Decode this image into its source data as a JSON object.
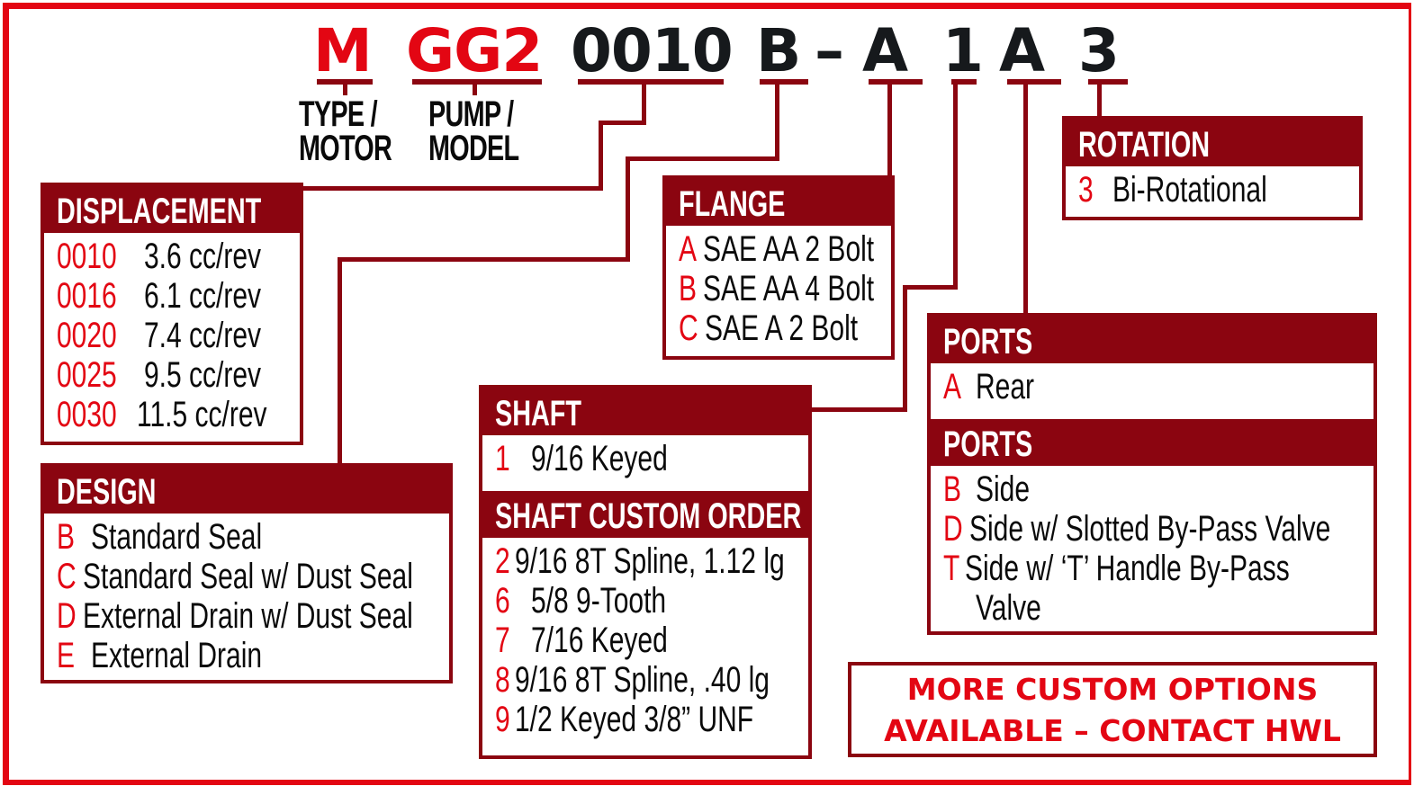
{
  "model_code": {
    "segments": [
      {
        "code": "M",
        "color": "red",
        "label": "TYPE /\nMOTOR"
      },
      {
        "code": "GG2",
        "color": "red",
        "label": "PUMP /\nMODEL"
      },
      {
        "code": "0010",
        "color": "dark",
        "maps_to": "DISPLACEMENT"
      },
      {
        "code": "B",
        "color": "dark",
        "maps_to": "DESIGN"
      },
      {
        "code": "–",
        "color": "dark",
        "separator": true
      },
      {
        "code": "A",
        "color": "dark",
        "maps_to": "FLANGE"
      },
      {
        "code": "1",
        "color": "dark",
        "maps_to": "SHAFT"
      },
      {
        "code": "A",
        "color": "dark",
        "maps_to": "PORTS"
      },
      {
        "code": "3",
        "color": "dark",
        "maps_to": "ROTATION"
      }
    ],
    "type_label_1": "TYPE /",
    "type_label_2": "MOTOR",
    "pump_label_1": "PUMP /",
    "pump_label_2": "MODEL"
  },
  "displacement": {
    "title": "DISPLACEMENT",
    "items": [
      {
        "code": "0010",
        "desc": "3.6 cc/rev"
      },
      {
        "code": "0016",
        "desc": "6.1 cc/rev"
      },
      {
        "code": "0020",
        "desc": "7.4 cc/rev"
      },
      {
        "code": "0025",
        "desc": "9.5 cc/rev"
      },
      {
        "code": "0030",
        "desc": "11.5 cc/rev"
      }
    ]
  },
  "design": {
    "title": "DESIGN",
    "items": [
      {
        "code": "B",
        "desc": "Standard Seal"
      },
      {
        "code": "C",
        "desc": "Standard Seal w/ Dust Seal"
      },
      {
        "code": "D",
        "desc": "External Drain w/ Dust Seal"
      },
      {
        "code": "E",
        "desc": "External Drain"
      }
    ]
  },
  "flange": {
    "title": "FLANGE",
    "items": [
      {
        "code": "A",
        "desc": "SAE AA 2 Bolt"
      },
      {
        "code": "B",
        "desc": "SAE AA 4 Bolt"
      },
      {
        "code": "C",
        "desc": "SAE A 2 Bolt"
      }
    ]
  },
  "shaft": {
    "title": "SHAFT",
    "items": [
      {
        "code": "1",
        "desc": "9/16 Keyed"
      }
    ]
  },
  "shaft_custom": {
    "title": "SHAFT CUSTOM ORDER",
    "items": [
      {
        "code": "2",
        "desc": "9/16 8T Spline, 1.12 lg"
      },
      {
        "code": "6",
        "desc": "5/8 9-Tooth"
      },
      {
        "code": "7",
        "desc": "7/16 Keyed"
      },
      {
        "code": "8",
        "desc": "9/16 8T Spline, .40 lg"
      },
      {
        "code": "9",
        "desc": "1/2 Keyed 3/8” UNF"
      }
    ]
  },
  "rotation": {
    "title": "ROTATION",
    "items": [
      {
        "code": "3",
        "desc": "Bi-Rotational"
      }
    ]
  },
  "ports_rear": {
    "title": "PORTS",
    "items": [
      {
        "code": "A",
        "desc": "Rear"
      }
    ]
  },
  "ports_side": {
    "title": "PORTS",
    "items": [
      {
        "code": "B",
        "desc": "Side"
      },
      {
        "code": "D",
        "desc": "Side w/ Slotted By-Pass Valve"
      },
      {
        "code": "T",
        "desc": "Side w/ ‘T’ Handle By-Pass"
      },
      {
        "code": "",
        "desc": "Valve"
      }
    ]
  },
  "cta": {
    "line1": "MORE CUSTOM OPTIONS",
    "line2": "AVAILABLE – CONTACT HWL"
  },
  "colors": {
    "accent_red": "#e30613",
    "box_maroon": "#8b0510",
    "code_dark": "#16191c"
  }
}
